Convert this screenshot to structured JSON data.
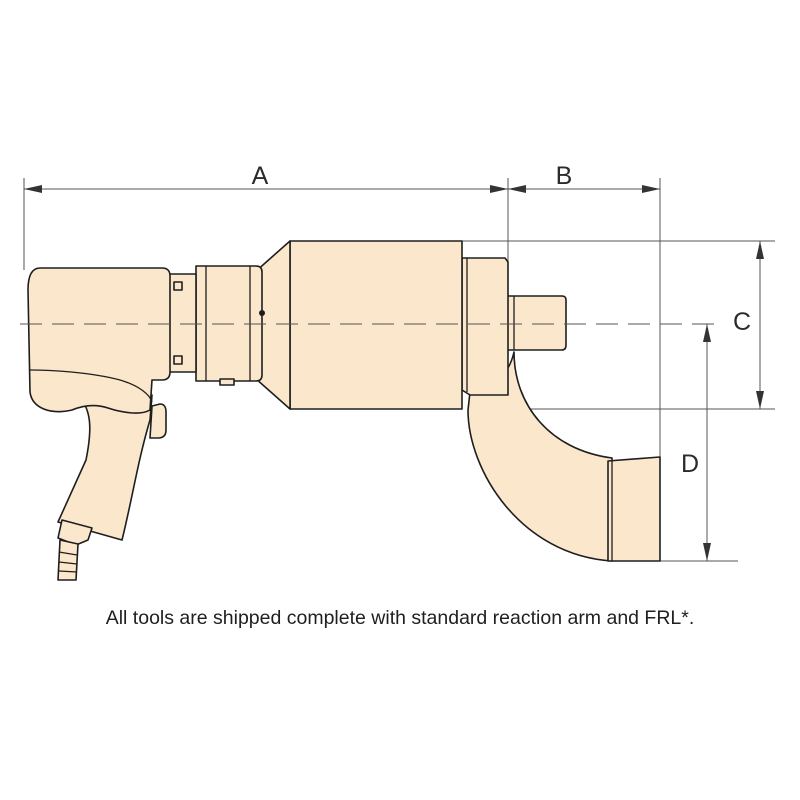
{
  "diagram": {
    "dimension_labels": {
      "a": "A",
      "b": "B",
      "c": "C",
      "d": "D"
    },
    "caption": "All tools are shipped complete with standard reaction arm and FRL*.",
    "colors": {
      "body_fill": "#fbe7cc",
      "outline": "#1e1e1e",
      "dimension_line": "#555555"
    }
  }
}
